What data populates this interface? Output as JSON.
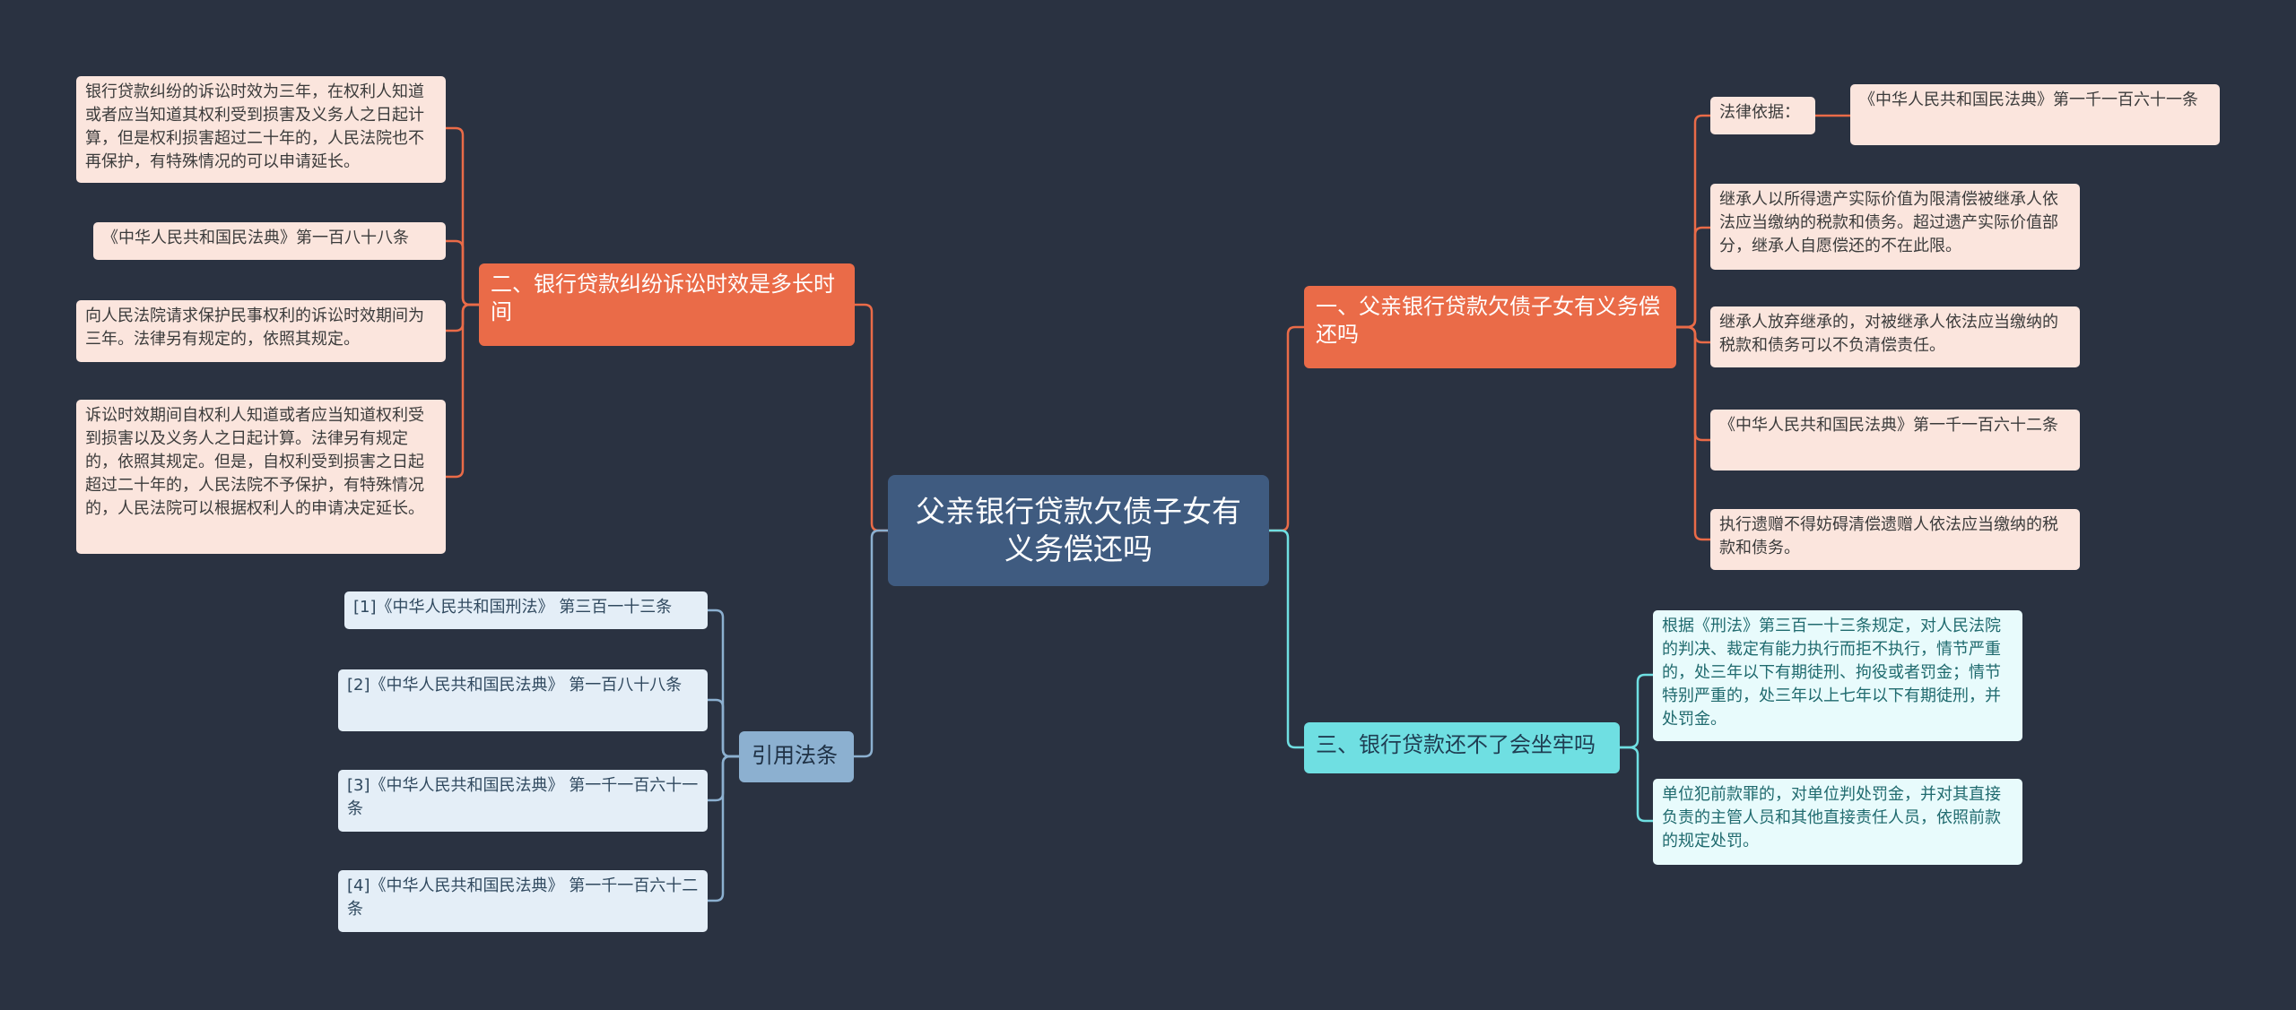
{
  "center": {
    "text": "父亲银行贷款欠债子女有义务偿还吗"
  },
  "branch_one": {
    "title": "一、父亲银行贷款欠债子女有义务偿还吗",
    "legal_basis_label": "法律依据：",
    "legal_basis_article": "《中华人民共和国民法典》第一千一百六十一条",
    "items": [
      "继承人以所得遗产实际价值为限清偿被继承人依法应当缴纳的税款和债务。超过遗产实际价值部分，继承人自愿偿还的不在此限。",
      "继承人放弃继承的，对被继承人依法应当缴纳的税款和债务可以不负清偿责任。",
      "《中华人民共和国民法典》第一千一百六十二条",
      "执行遗赠不得妨碍清偿遗赠人依法应当缴纳的税款和债务。"
    ]
  },
  "branch_two": {
    "title": "二、银行贷款纠纷诉讼时效是多长时间",
    "items": [
      "银行贷款纠纷的诉讼时效为三年，在权利人知道或者应当知道其权利受到损害及义务人之日起计算，但是权利损害超过二十年的，人民法院也不再保护，有特殊情况的可以申请延长。",
      "《中华人民共和国民法典》第一百八十八条",
      "向人民法院请求保护民事权利的诉讼时效期间为三年。法律另有规定的，依照其规定。",
      "诉讼时效期间自权利人知道或者应当知道权利受到损害以及义务人之日起计算。法律另有规定的，依照其规定。但是，自权利受到损害之日起超过二十年的，人民法院不予保护，有特殊情况的，人民法院可以根据权利人的申请决定延长。"
    ]
  },
  "branch_three": {
    "title": "三、银行贷款还不了会坐牢吗",
    "items": [
      "根据《刑法》第三百一十三条规定，对人民法院的判决、裁定有能力执行而拒不执行，情节严重的，处三年以下有期徒刑、拘役或者罚金；情节特别严重的，处三年以上七年以下有期徒刑，并处罚金。",
      "单位犯前款罪的，对单位判处罚金，并对其直接负责的主管人员和其他直接责任人员，依照前款的规定处罚。"
    ]
  },
  "references": {
    "title": "引用法条",
    "items": [
      "[1]《中华人民共和国刑法》 第三百一十三条",
      "[2]《中华人民共和国民法典》 第一百八十八条",
      "[3]《中华人民共和国民法典》 第一千一百六十一条",
      "[4]《中华人民共和国民法典》 第一千一百六十二条"
    ]
  },
  "colors": {
    "background": "#2a3241",
    "center": "#3f5b80",
    "orange_branch": "#ea6b48",
    "orange_leaf": "#fbe5dd",
    "cyan_branch": "#6fdfe2",
    "cyan_leaf": "#e8fbfc",
    "blue_branch": "#8cb0d0",
    "blue_leaf": "#e4eef7"
  }
}
